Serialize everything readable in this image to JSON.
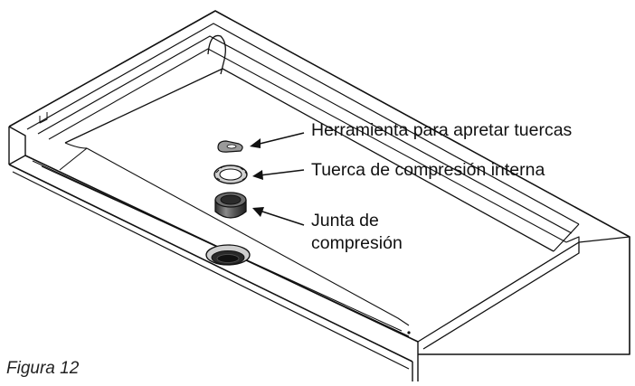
{
  "figure": {
    "caption": "Figura 12",
    "parts": [
      {
        "id": "tool",
        "label_lines": [
          "Herramienta para apretar tuercas"
        ]
      },
      {
        "id": "nut",
        "label_lines": [
          "Tuerca de compresión interna"
        ]
      },
      {
        "id": "gasket",
        "label_lines": [
          "Junta de",
          "compresión"
        ]
      }
    ]
  },
  "colors": {
    "outline": "#111111",
    "metal_light": "#d9d9d9",
    "metal_mid": "#9a9a9a",
    "metal_dark": "#3a3a3a",
    "background": "#ffffff"
  }
}
